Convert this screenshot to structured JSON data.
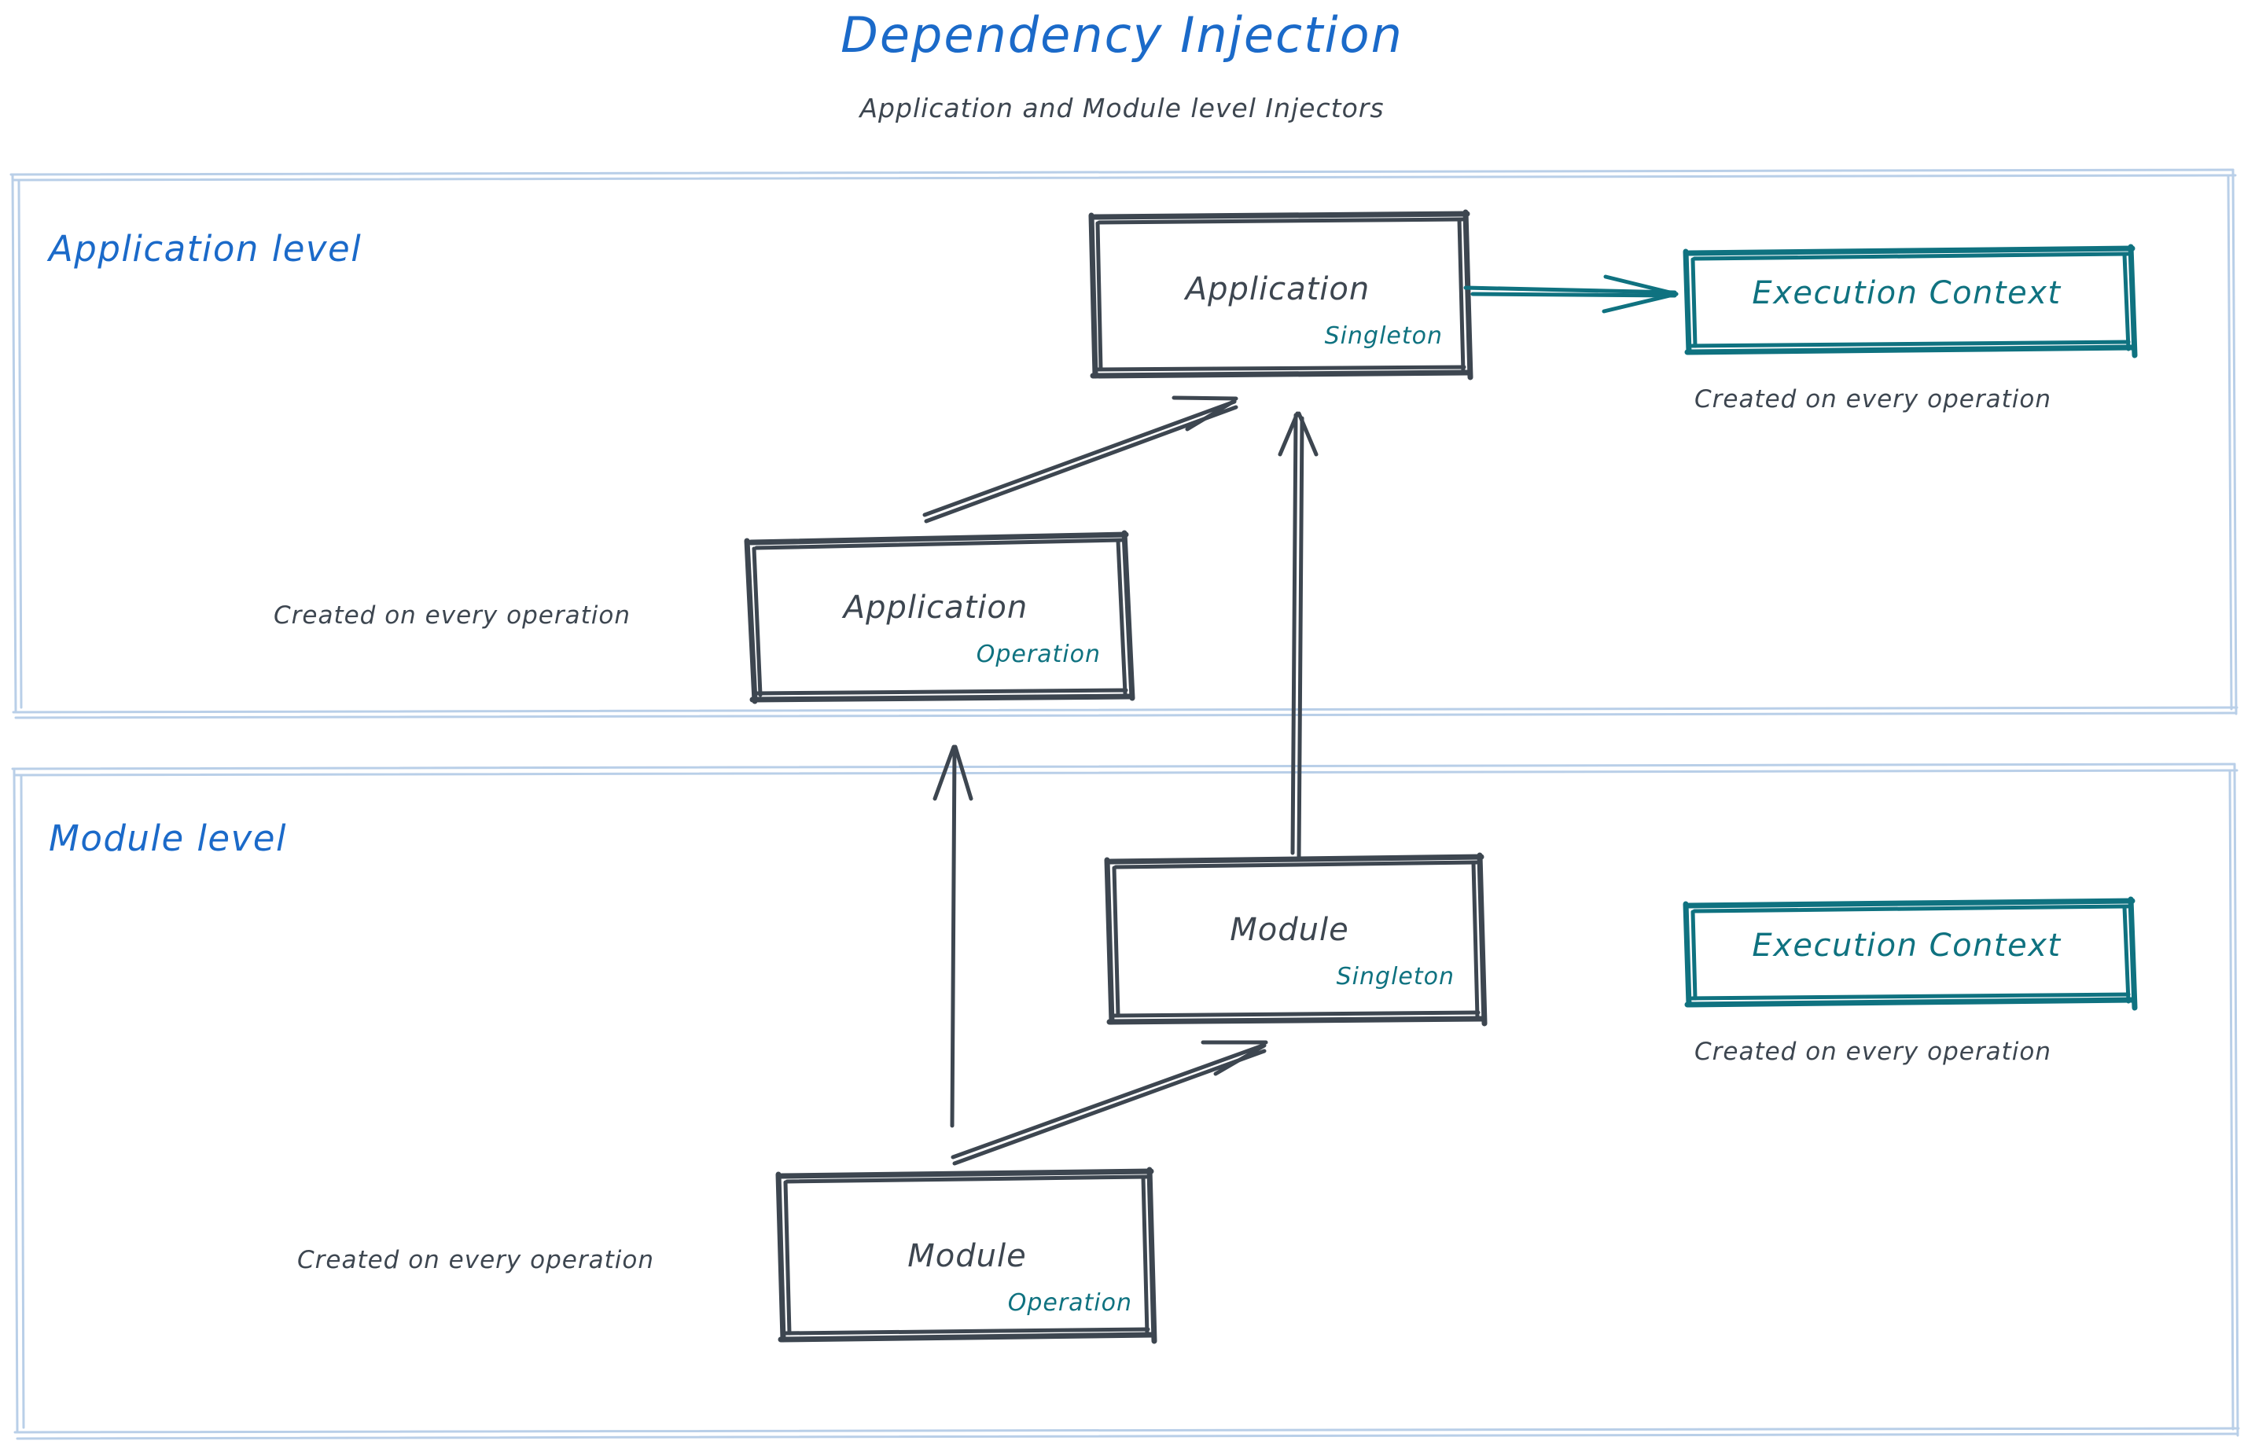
{
  "header": {
    "title": "Dependency Injection",
    "subtitle": "Application and Module level Injectors"
  },
  "colors": {
    "title_blue": "#1b6ac9",
    "panel_border_blue": "#b9cfe8",
    "ink_gray": "#3d4650",
    "teal": "#0f7280"
  },
  "panels": [
    {
      "id": "application-level",
      "label": "Application level",
      "nodes": [
        {
          "id": "application-singleton",
          "title": "Application",
          "scope": "Singleton",
          "scope_color": "#0f7280",
          "box_color": "#3d4650"
        },
        {
          "id": "application-operation",
          "title": "Application",
          "scope": "Operation",
          "scope_color": "#0f7280",
          "box_color": "#3d4650",
          "caption": "Created on every operation"
        },
        {
          "id": "execution-context-application",
          "title": "Execution Context",
          "box_color": "#0f7280",
          "caption": "Created on every operation"
        }
      ]
    },
    {
      "id": "module-level",
      "label": "Module level",
      "nodes": [
        {
          "id": "module-singleton",
          "title": "Module",
          "scope": "Singleton",
          "scope_color": "#0f7280",
          "box_color": "#3d4650"
        },
        {
          "id": "module-operation",
          "title": "Module",
          "scope": "Operation",
          "scope_color": "#0f7280",
          "box_color": "#3d4650",
          "caption": "Created on every operation"
        },
        {
          "id": "execution-context-module",
          "title": "Execution Context",
          "box_color": "#0f7280",
          "caption": "Created on every operation"
        }
      ]
    }
  ],
  "edges": [
    {
      "id": "app-operation-to-app-singleton",
      "from": "application-operation",
      "to": "application-singleton",
      "style": "double-stroke-diagonal",
      "color": "#3d4650"
    },
    {
      "id": "app-singleton-to-execution-context",
      "from": "application-singleton",
      "to": "execution-context-application",
      "style": "horizontal",
      "color": "#0f7280"
    },
    {
      "id": "module-singleton-to-app-singleton",
      "from": "module-singleton",
      "to": "application-singleton",
      "style": "vertical-long",
      "color": "#3d4650"
    },
    {
      "id": "module-operation-to-app-operation",
      "from": "module-operation",
      "to": "application-level",
      "style": "vertical",
      "color": "#3d4650"
    },
    {
      "id": "module-operation-to-module-singleton",
      "from": "module-operation",
      "to": "module-singleton",
      "style": "double-stroke-diagonal",
      "color": "#3d4650"
    },
    {
      "id": "module-singleton-to-execution-context",
      "from": "module-singleton",
      "to": "execution-context-module",
      "style": "horizontal",
      "color": "#0f7280"
    }
  ]
}
